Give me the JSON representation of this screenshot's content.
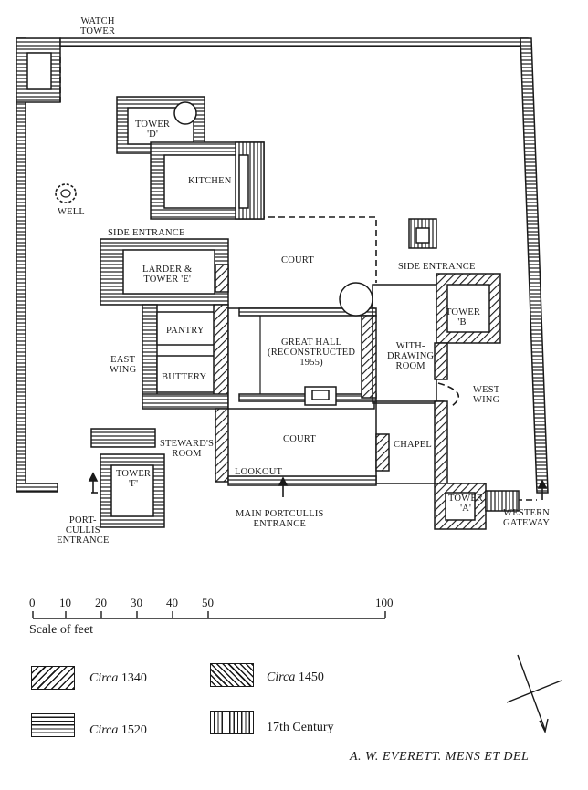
{
  "rooms": {
    "watch_tower": [
      "WATCH",
      "TOWER"
    ],
    "tower_d": [
      "TOWER",
      "'D'"
    ],
    "kitchen": "KITCHEN",
    "well": "WELL",
    "side_entrance_east": "SIDE   ENTRANCE",
    "court_north": "COURT",
    "larder": [
      "LARDER &",
      "TOWER 'E'"
    ],
    "side_entrance_west": "SIDE ENTRANCE",
    "pantry": "PANTRY",
    "tower_b": [
      "TOWER",
      "'B'"
    ],
    "great_hall": [
      "GREAT HALL",
      "(RECONSTRUCTED",
      "1955)"
    ],
    "withdrawing_room": [
      "WITH-",
      "DRAWING",
      "ROOM"
    ],
    "east_wing": [
      "EAST",
      "WING"
    ],
    "buttery": "BUTTERY",
    "west_wing": [
      "WEST",
      "WING"
    ],
    "court_south": "COURT",
    "chapel": "CHAPEL",
    "stewards_room": [
      "STEWARD'S",
      "ROOM"
    ],
    "tower_f": [
      "TOWER",
      "'F'"
    ],
    "lookout": "LOOKOUT",
    "tower_a": [
      "TOWER",
      "'A'"
    ],
    "western_gateway": [
      "WESTERN",
      "GATEWAY"
    ],
    "portcullis_entrance": [
      "PORT-",
      "CULLIS",
      "ENTRANCE"
    ],
    "main_portcullis": [
      "MAIN PORTCULLIS",
      "ENTRANCE"
    ]
  },
  "scale": {
    "ticks": [
      "0",
      "10",
      "20",
      "30",
      "40",
      "50",
      "100"
    ],
    "title": "Scale of feet"
  },
  "legend": [
    {
      "prefix": "Circa",
      "year": "1340",
      "pattern": "diagonal-right"
    },
    {
      "prefix": "Circa",
      "year": "1450",
      "pattern": "diagonal-left"
    },
    {
      "prefix": "Circa",
      "year": "1520",
      "pattern": "horizontal"
    },
    {
      "prefix": "",
      "year": "17th Century",
      "pattern": "vertical"
    }
  ],
  "credit": "A. W. EVERETT. MENS ET DEL",
  "colors": {
    "ink": "#1a1a1a",
    "paper": "#ffffff"
  }
}
